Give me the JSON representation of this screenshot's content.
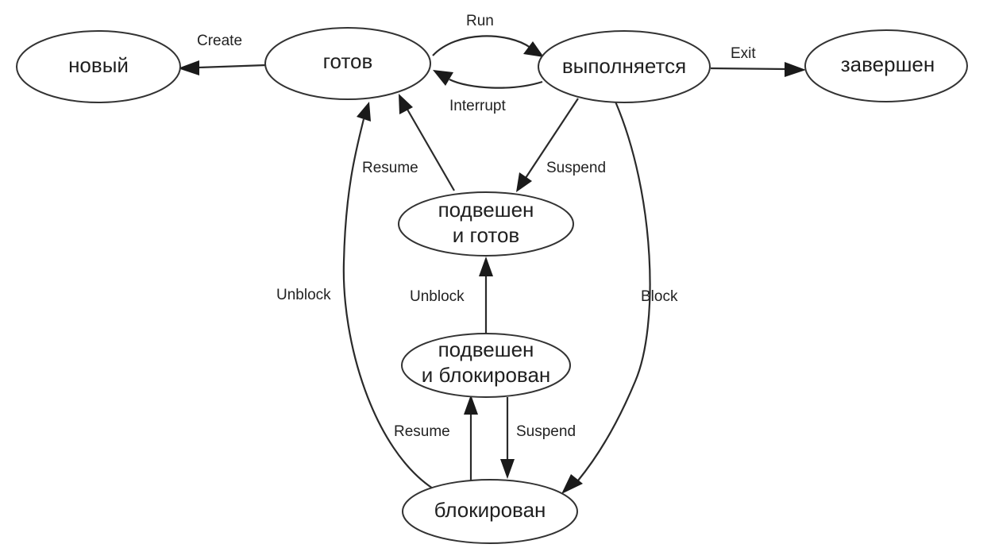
{
  "diagram": {
    "states": {
      "new": "новый",
      "ready": "готов",
      "running": "выполняется",
      "terminated": "завершен",
      "suspended_ready_line1": "подвешен",
      "suspended_ready_line2": "и готов",
      "suspended_blocked_line1": "подвешен",
      "suspended_blocked_line2": "и блокирован",
      "blocked": "блокирован"
    },
    "transitions": {
      "create": "Create",
      "run": "Run",
      "interrupt": "Interrupt",
      "exit": "Exit",
      "suspend_running": "Suspend",
      "resume_ready": "Resume",
      "block": "Block",
      "unblock_ready": "Unblock",
      "unblock_suspended": "Unblock",
      "resume_blocked": "Resume",
      "suspend_blocked": "Suspend"
    },
    "colors": {
      "stroke": "#333333",
      "arrow": "#1a1a1a",
      "text": "#1f1f1f",
      "background": "#ffffff"
    }
  }
}
